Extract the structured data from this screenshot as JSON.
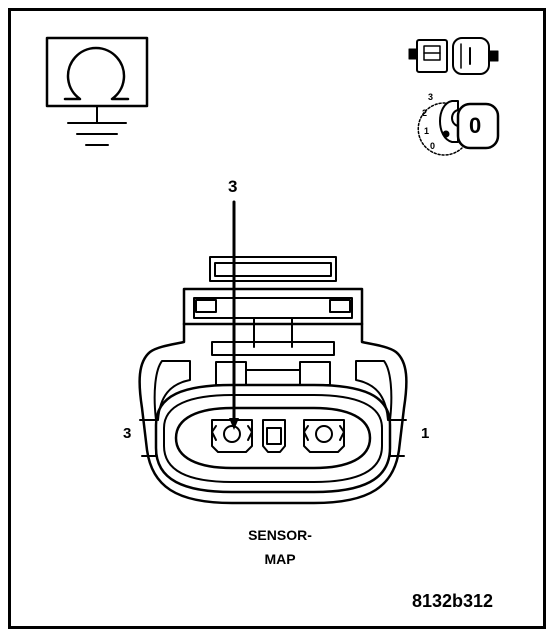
{
  "diagram": {
    "pin_callout": "3",
    "pin_left_label": "3",
    "pin_right_label": "1",
    "caption_line1": "SENSOR-",
    "caption_line2": "MAP",
    "reference_code": "8132b312",
    "key_positions": [
      "3",
      "2",
      "1",
      "0"
    ],
    "key_glyph": "0"
  },
  "icons": {
    "ohmmeter": "ohmmeter-ground-icon",
    "connector": "connector-disconnected-icon",
    "ignition": "ignition-key-off-icon"
  },
  "colors": {
    "line": "#000000",
    "background": "#ffffff"
  }
}
